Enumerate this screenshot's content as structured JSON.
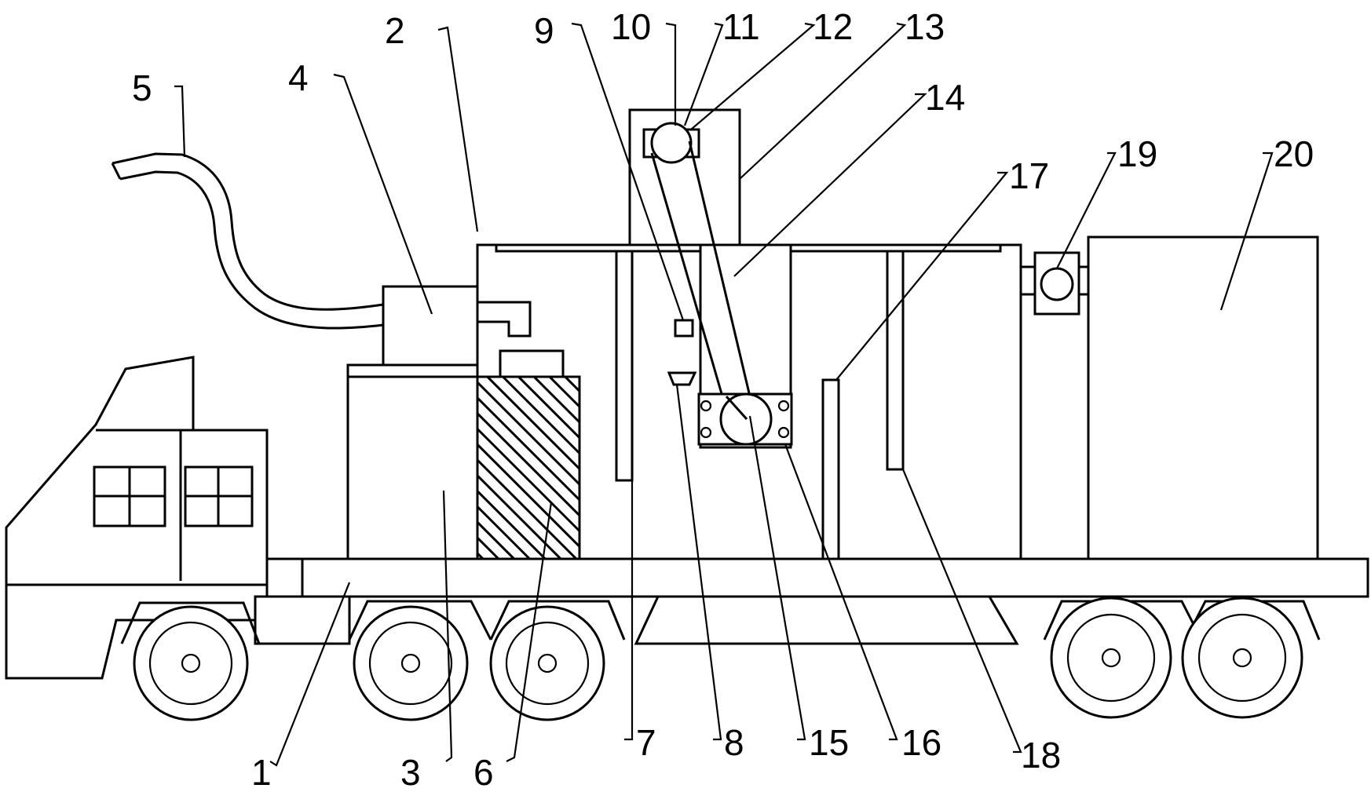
{
  "labels": {
    "l1": "1",
    "l2": "2",
    "l3": "3",
    "l4": "4",
    "l5": "5",
    "l6": "6",
    "l7": "7",
    "l8": "8",
    "l9": "9",
    "l10": "10",
    "l11": "11",
    "l12": "12",
    "l13": "13",
    "l14": "14",
    "l15": "15",
    "l16": "16",
    "l17": "17",
    "l18": "18",
    "l19": "19",
    "l20": "20"
  },
  "colors": {
    "line": "#000000",
    "background": "#ffffff"
  }
}
